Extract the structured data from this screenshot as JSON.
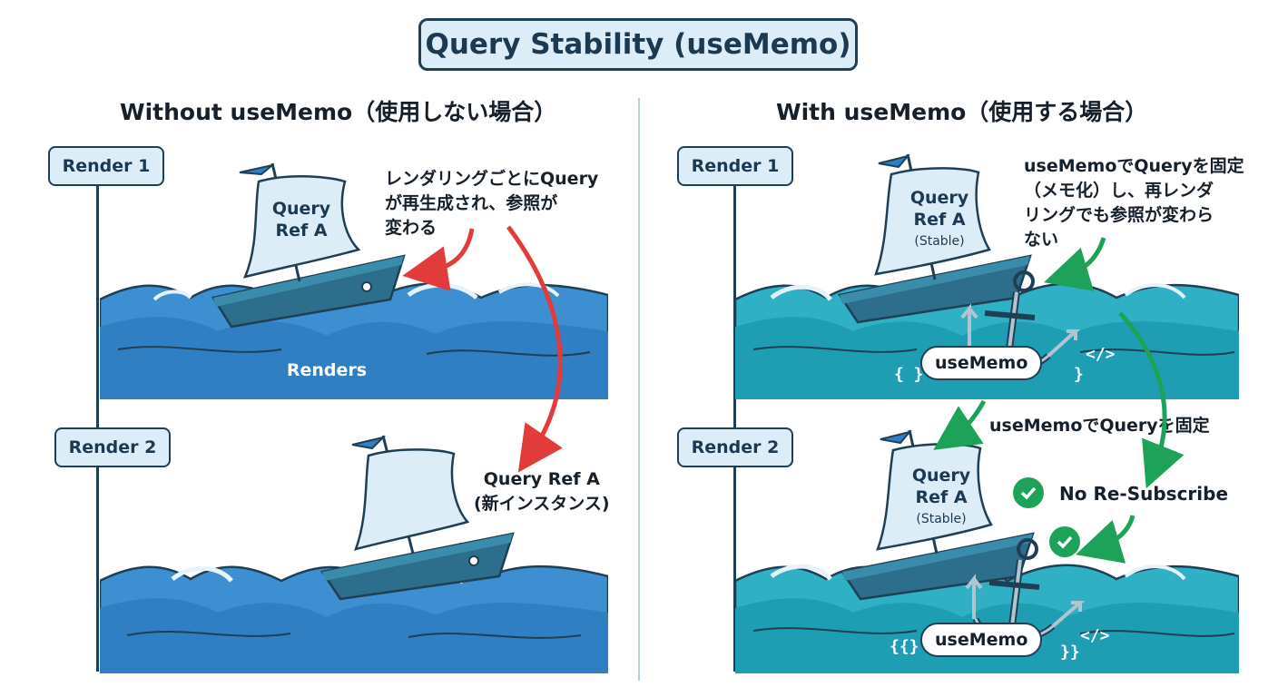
{
  "title": "Query Stability (useMemo)",
  "left": {
    "heading": "Without useMemo（使用しない場合）",
    "render1_label": "Render 1",
    "render2_label": "Render 2",
    "sail1_line1": "Query",
    "sail1_line2": "Ref A",
    "water_label": "Renders",
    "annotation_top": [
      "レンダリングごとにQuery",
      "が再生成され、参照が",
      "変わる"
    ],
    "annotation_bottom": [
      "Query Ref A",
      "(新インスタンス)"
    ]
  },
  "right": {
    "heading": "With useMemo（使用する場合）",
    "render1_label": "Render 1",
    "render2_label": "Render 2",
    "sail_line1": "Query",
    "sail_line2": "Ref A",
    "sail_line3": "(Stable)",
    "annotation_top": [
      "useMemoでQueryを固定",
      "（メモ化）し、再レンダ",
      "リングでも参照が変わら",
      "ない"
    ],
    "anchor_pill": "useMemo",
    "middle_label": "useMemoでQueryを固定",
    "no_resubscribe": "No Re-Subscribe",
    "code_open": "{ }",
    "code_close": "}",
    "code_tag": "</>",
    "code_open2": "{{}",
    "code_close2": "}}"
  },
  "colors": {
    "navy": "#1f3f55",
    "light_blue": "#dcedf8",
    "water_blue": "#3d8fd1",
    "water_teal": "#2fb0c4",
    "red_arrow": "#e23b3b",
    "green_arrow": "#1ea25a"
  }
}
